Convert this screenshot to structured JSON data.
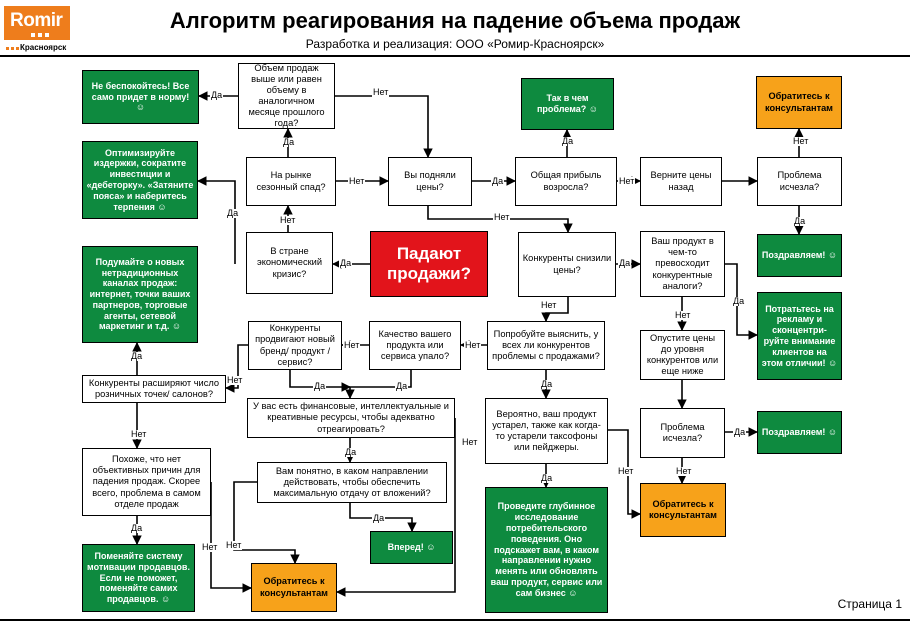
{
  "header": {
    "logo_text": "Romir",
    "logo_city": "Красноярск",
    "title": "Алгоритм реагирования на падение объема продаж",
    "subtitle": "Разработка и реализация: ООО «Ромир-Красноярск»"
  },
  "footer": {
    "page": "Страница 1"
  },
  "colors": {
    "green": "#0e8a3f",
    "orange": "#f7a21a",
    "red": "#e2141b",
    "logo": "#ee7d1c"
  },
  "nodes": {
    "start": "Падают продажи?",
    "q_volume": "Объем продаж выше или равен объему в аналогичном месяце прошлого года?",
    "a_dont_worry": "Не беспокойтесь! Все само придет в норму! ☺",
    "q_season": "На рынке сезонный спад?",
    "a_optimize": "Оптимизируйте издержки, сократите инвестиции и «дебеторку». «Затяните пояса» и наберитесь терпения ☺",
    "q_crisis": "В стране экономический кризис?",
    "q_raised": "Вы подняли цены?",
    "q_profit": "Общая прибыль возросла?",
    "a_what_problem": "Так в чем проблема? ☺",
    "a_return_prices": "Верните цены назад",
    "q_problem_gone_1": "Проблема исчезла?",
    "a_consult_1": "Обратитесь к консультантам",
    "a_congrats_1": "Поздравляем! ☺",
    "q_comp_lowered": "Конкуренты снизили цены?",
    "q_superior": "Ваш продукт в чем-то превосходит конкурентные аналоги?",
    "a_advertise": "Потратьтесь на рекламу и сконцентри- руйте внимание клиентов на этом отличии! ☺",
    "a_lower_prices": "Опустите цены до уровня конкурентов или еще ниже",
    "q_problem_gone_2": "Проблема исчезла?",
    "a_congrats_2": "Поздравляем! ☺",
    "a_consult_2": "Обратитесь к консультантам",
    "q_find_out": "Попробуйте выяснить, у всех ли конкурентов проблемы с продажами?",
    "q_outdated": "Вероятно, ваш продукт устарел, также как когда-то устарели таксофоны или пейджеры.",
    "a_research": "Проведите глубинное исследование потребительского поведения. Оно подскажет вам, в каком направлении нужно менять или обновлять ваш продукт, сервис или сам бизнес ☺",
    "q_quality": "Качество вашего продукта или сервиса упало?",
    "q_new_brand": "Конкуренты продвигают новый бренд/ продукт / сервис?",
    "q_resources": "У вас есть финансовые, интеллектуальные и креативные ресурсы, чтобы адекватно отреагировать?",
    "q_direction": "Вам понятно, в каком направлении действовать, чтобы обеспечить максимальную отдачу от вложений?",
    "a_forward": "Вперед! ☺",
    "a_consult_3": "Обратитесь к консультантам",
    "a_nontraditional": "Подумайте о новых нетрадиционных каналах продаж: интернет, точки ваших партнеров, торговые агенты, сетевой маркетинг и т.д. ☺",
    "q_retail": "Конкуренты расширяют число розничных точек/ салонов?",
    "q_no_reasons": "Похоже, что нет объективных причин для падения продаж. Скорее всего, проблема в самом отделе продаж",
    "a_motivation": "Поменяйте систему мотивации продавцов. Если не поможет, поменяйте самих продавцов. ☺"
  },
  "edge_labels": {
    "start_crisis": "Да",
    "volume_worry": "Да",
    "volume_raised": "Нет",
    "season_volume": "Да",
    "season_raised": "Нет",
    "crisis_season": "Нет",
    "crisis_optimize": "Да",
    "raised_profit": "Да",
    "raised_comp": "Нет",
    "profit_what": "Да",
    "profit_return": "Нет",
    "gone1_consult": "Нет",
    "gone1_congrats": "Да",
    "comp_superior": "Да",
    "comp_find": "Нет",
    "superior_advertise": "Да",
    "superior_lower": "Нет",
    "gone2_congrats": "Да",
    "gone2_consult": "Нет",
    "find_quality": "Нет",
    "find_outdated": "Да",
    "outdated_research": "Да",
    "outdated_consult": "Нет",
    "quality_new_brand": "Нет",
    "quality_resources": "Да",
    "newbrand_resources": "Да",
    "newbrand_retail": "Нет",
    "resources_direction": "Да",
    "resources_consult": "Нет",
    "direction_forward": "Да",
    "direction_consult": "Нет",
    "retail_nontraditional": "Да",
    "retail_noreasons": "Нет",
    "noreasons_motivation": "Да",
    "noreasons_consult": "Нет"
  }
}
